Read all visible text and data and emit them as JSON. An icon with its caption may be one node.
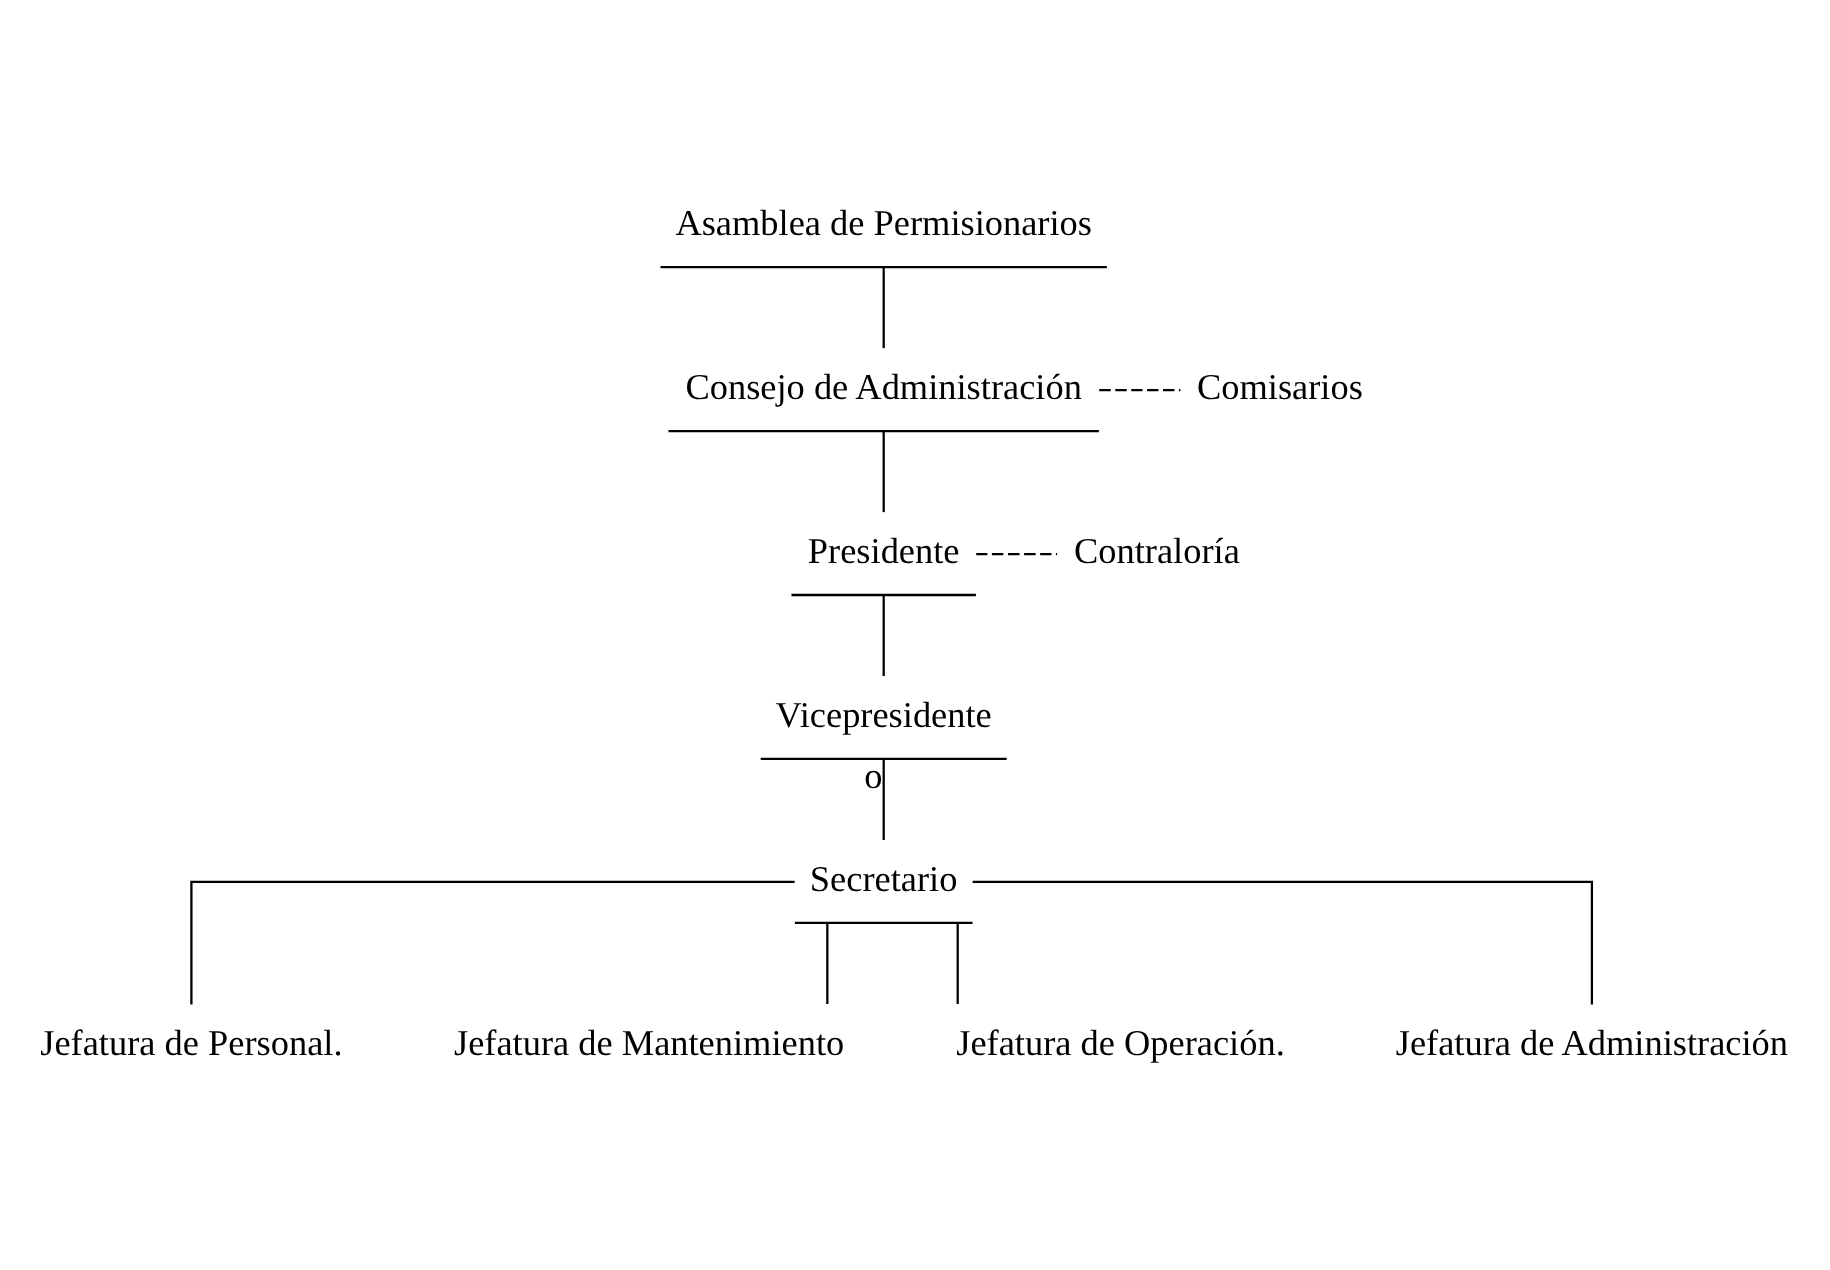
{
  "diagram": {
    "nodes": [
      {
        "text": [
          "Asamblea de Permisionarios"
        ]
      },
      {
        "text": [
          "Consejo de Administración"
        ]
      },
      {
        "text": [
          "Comisarios"
        ]
      },
      {
        "text": [
          "Presidente"
        ]
      },
      {
        "text": [
          "Contraloría"
        ]
      },
      {
        "text": [
          "Vicepresidente"
        ]
      },
      {
        "text": [
          "Secretario"
        ]
      },
      {
        "text": [
          "Jefatura de Personal."
        ]
      },
      {
        "text": [
          "Jefatura de Mantenimiento"
        ]
      },
      {
        "text": [
          "Jefatura de Operación."
        ]
      },
      {
        "text": [
          "Jefatura de Administración"
        ]
      }
    ],
    "edges": [
      {
        "from": 0,
        "to": 1,
        "arrow": "none"
      },
      {
        "from": 1,
        "to": 2,
        "arrow": "none",
        "style": "dashed"
      },
      {
        "from": 1,
        "to": 3,
        "arrow": "none"
      },
      {
        "from": 3,
        "to": 4,
        "arrow": "none",
        "style": "dashed"
      },
      {
        "from": 3,
        "to": 5,
        "arrow": "none"
      },
      {
        "from": 5,
        "to": 6,
        "arrow": "none",
        "label": "o"
      },
      {
        "from": 6,
        "to": 7,
        "arrow": "none"
      },
      {
        "from": 6,
        "to": 8,
        "arrow": "none"
      },
      {
        "from": 6,
        "to": 9,
        "arrow": "none"
      },
      {
        "from": 6,
        "to": 10,
        "arrow": "none"
      }
    ]
  }
}
